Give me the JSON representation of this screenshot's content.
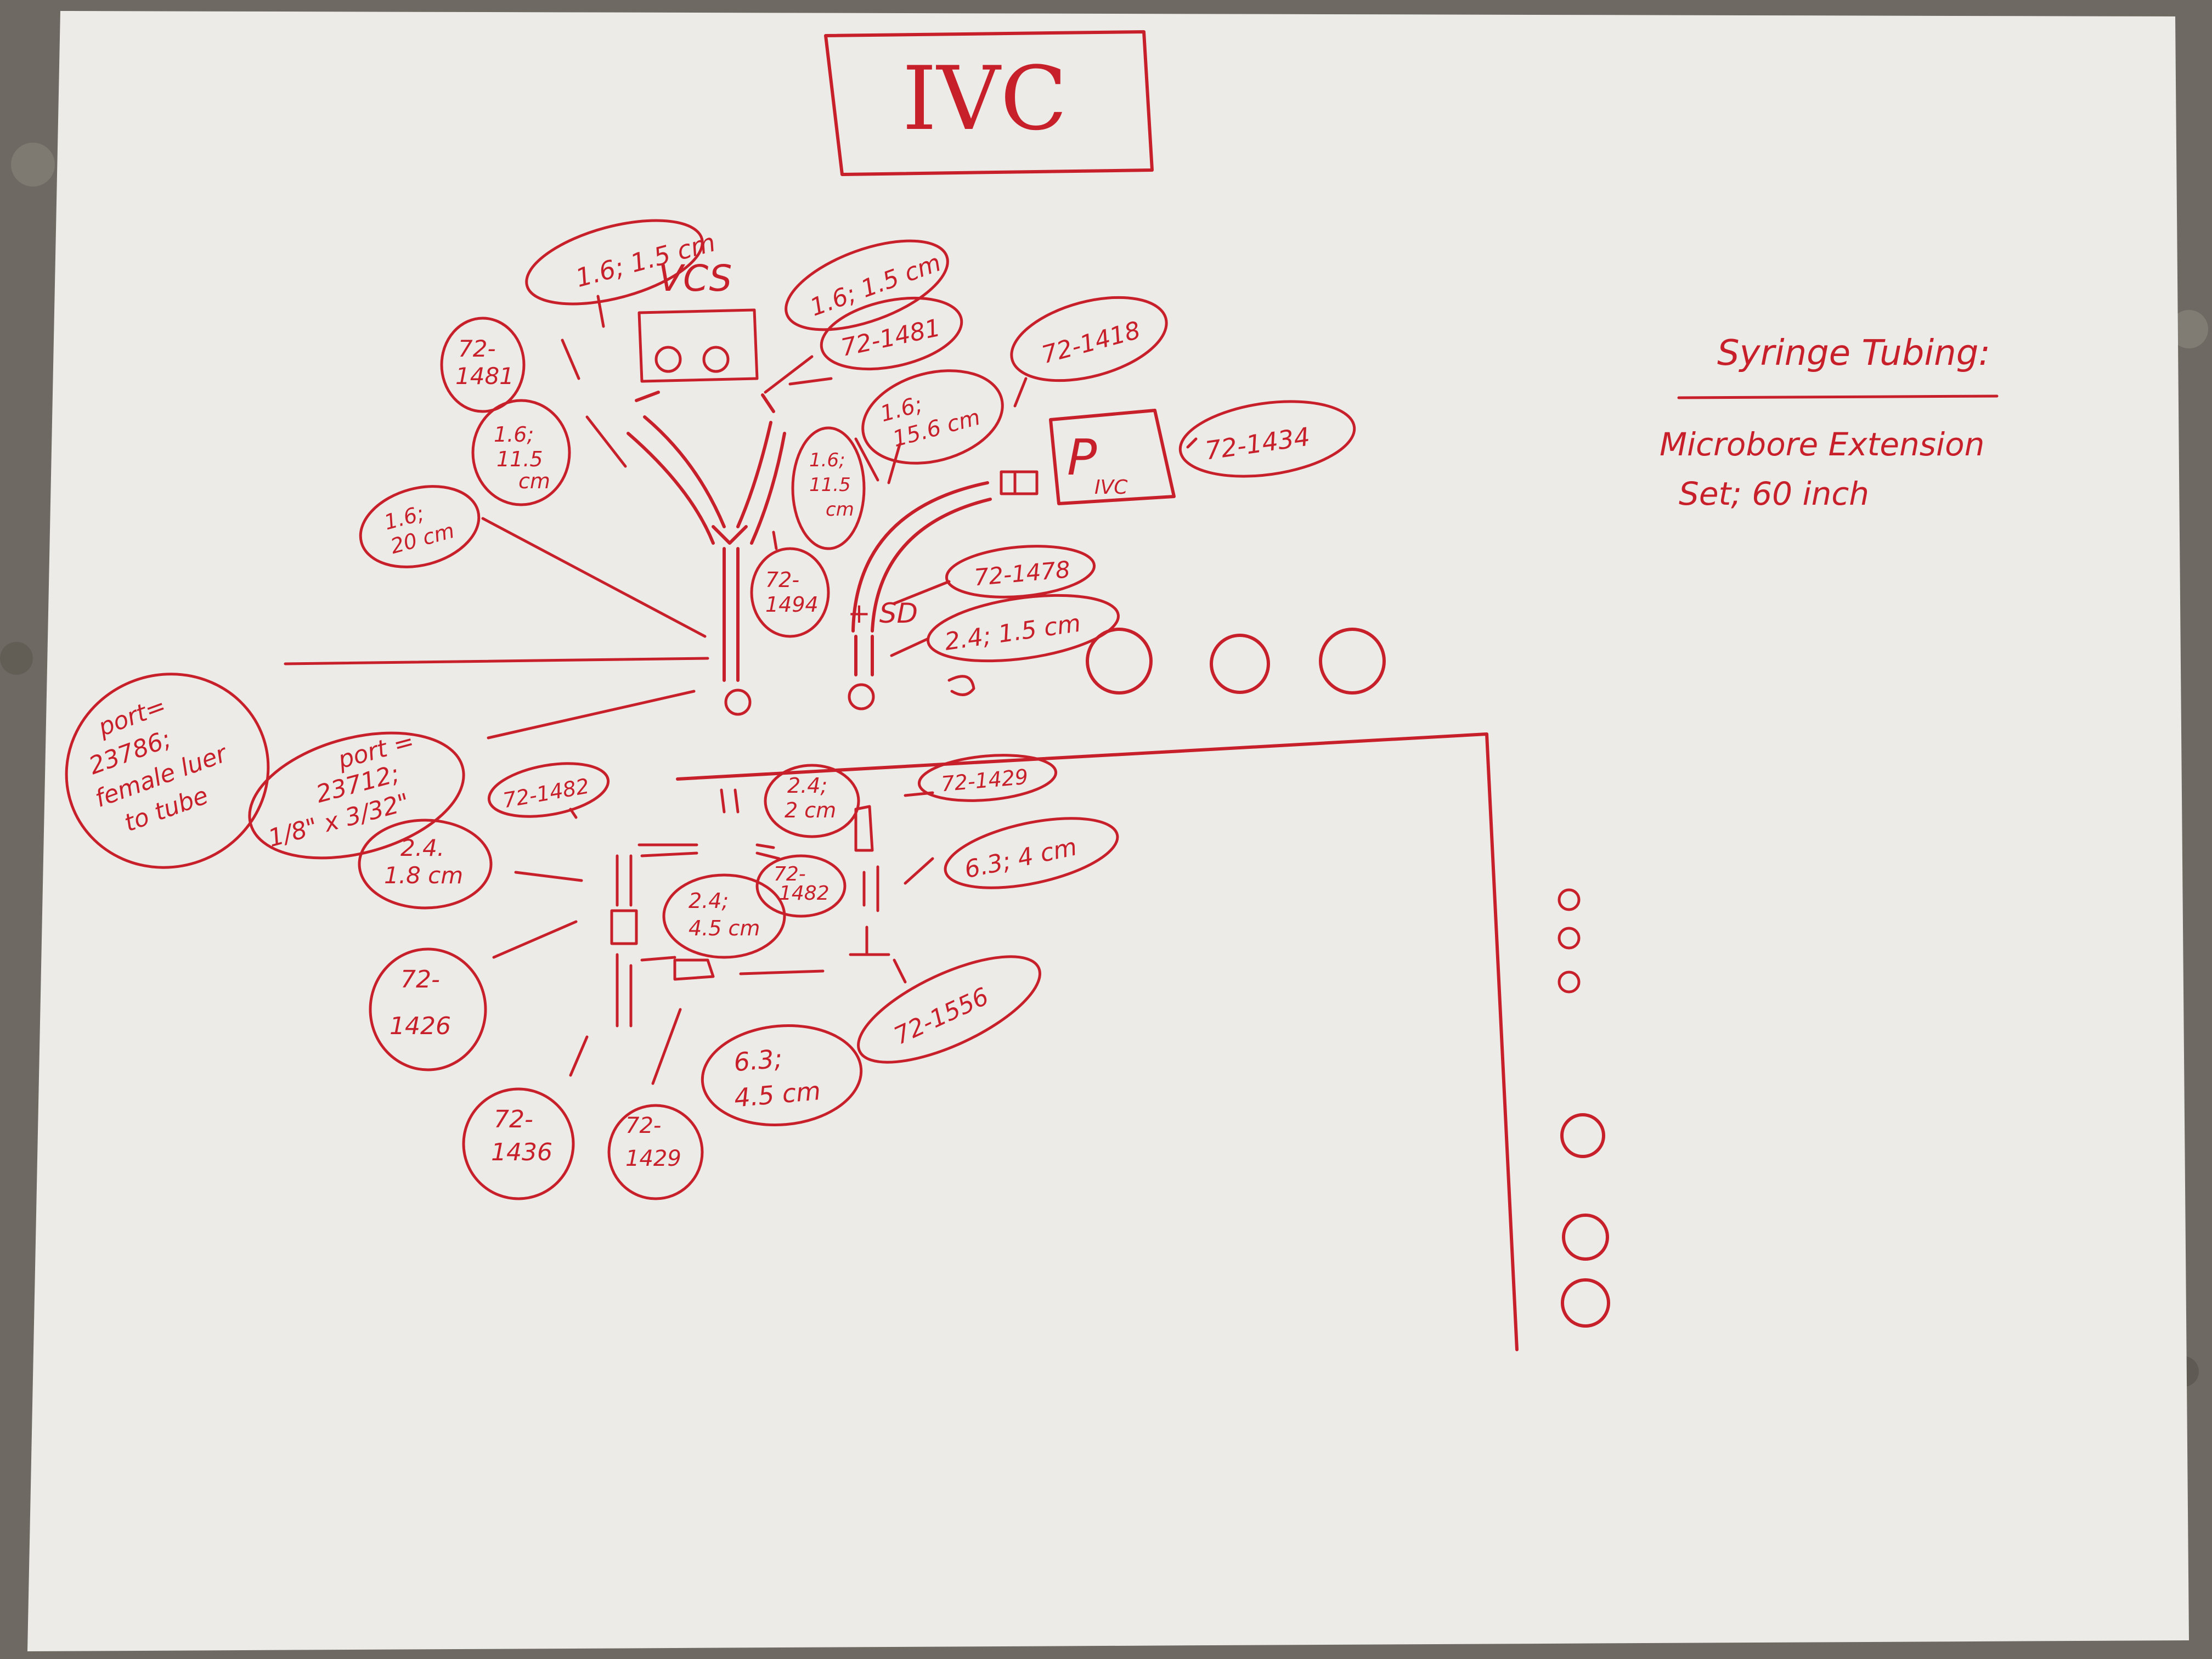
{
  "title": "IVC",
  "chamber_label": "VCS",
  "syringe": {
    "heading": "Syringe Tubing:",
    "line1": "Microbore Extension",
    "line2": "Set; 60 inch"
  },
  "pump": {
    "letter": "P",
    "sub": "IVC"
  },
  "sd_label": "+ SD",
  "bubbles": {
    "b1": [
      "1.6; 1.5 cm"
    ],
    "b2": [
      "1.6; 1.5 cm"
    ],
    "b3": [
      "72-",
      "1481"
    ],
    "b4": [
      "72-1481"
    ],
    "b5": [
      "72-1418"
    ],
    "b6": [
      "1.6;",
      "11.5",
      "cm"
    ],
    "b7": [
      "1.6;",
      "15.6 cm"
    ],
    "b8": [
      "72-1434"
    ],
    "b9": [
      "1.6;",
      "11.5",
      "cm"
    ],
    "b10": [
      "1.6;",
      "20 cm"
    ],
    "b11": [
      "72-",
      "1494"
    ],
    "b12": [
      "72-1478"
    ],
    "b13": [
      "2.4; 1.5 cm"
    ],
    "b14": [
      "port=",
      "23786;",
      "female luer",
      "to tube"
    ],
    "b15": [
      "port =",
      "23712;",
      "1/8\" x 3/32\""
    ],
    "b16": [
      "72-1482"
    ],
    "b17": [
      "2.4;",
      "2 cm"
    ],
    "b18": [
      "72-1429"
    ],
    "b19": [
      "2.4.",
      "1.8 cm"
    ],
    "b20": [
      "72-",
      "1482"
    ],
    "b21": [
      "6.3; 4 cm"
    ],
    "b22": [
      "2.4;",
      "4.5 cm"
    ],
    "b23": [
      "72-",
      "1426"
    ],
    "b24": [
      "72-1556"
    ],
    "b25": [
      "6.3;",
      "4.5 cm"
    ],
    "b26": [
      "72-",
      "1436"
    ],
    "b27": [
      "72-",
      "1429"
    ]
  },
  "colors": {
    "paper": "#ecebe8",
    "ink": "#c8202a",
    "background": "#6e6a63"
  }
}
